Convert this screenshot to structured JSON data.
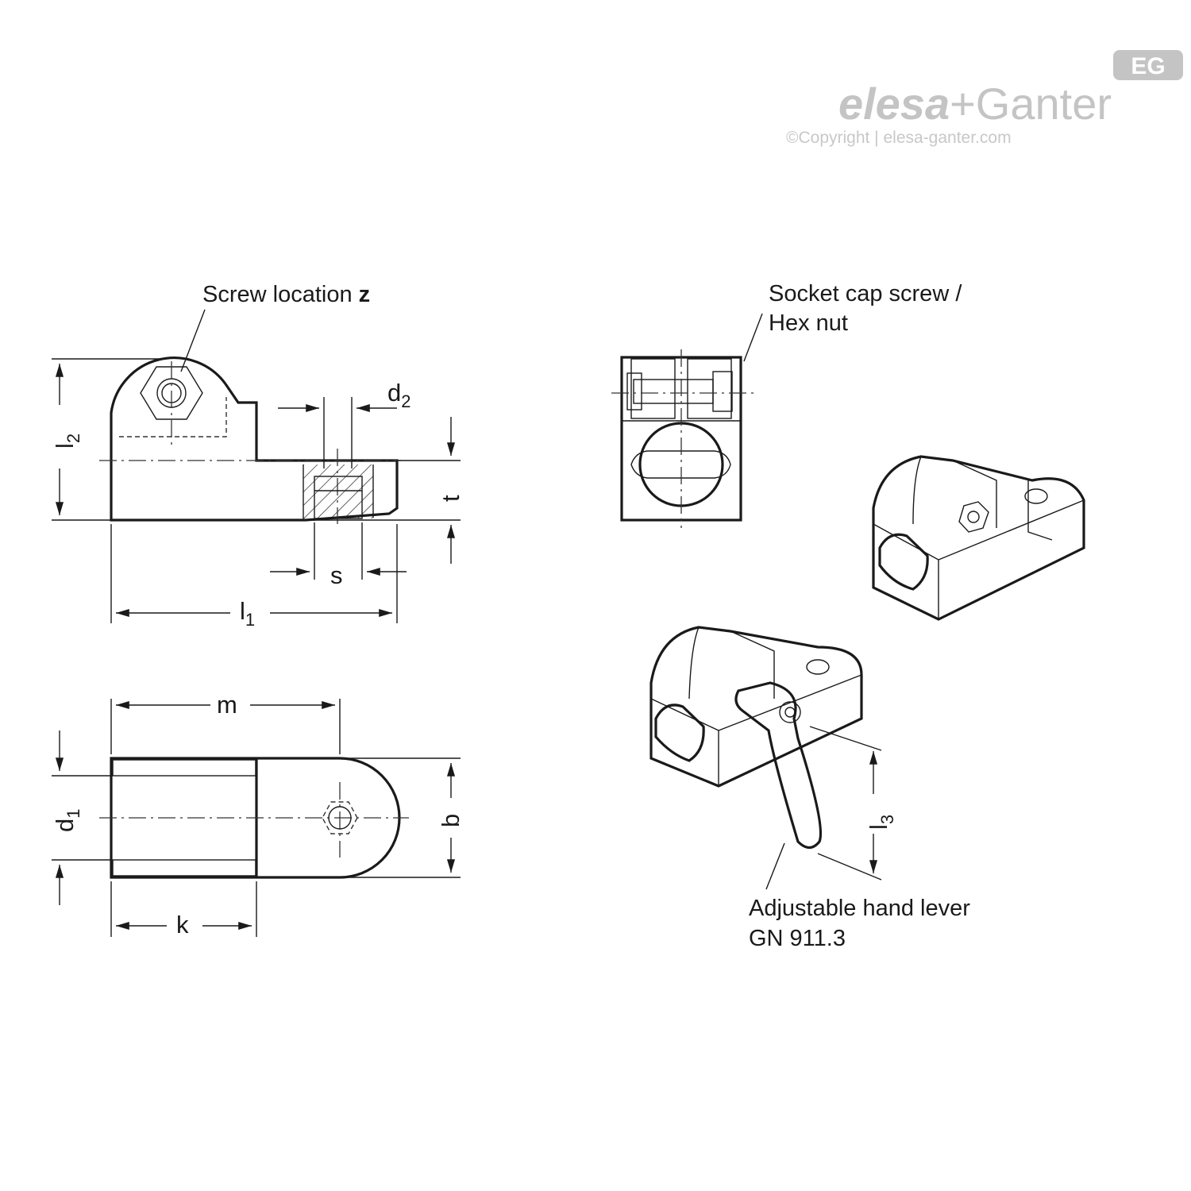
{
  "brand": {
    "badge": "EG",
    "name_part1": "elesa",
    "name_sep": "+",
    "name_part2": "Ganter",
    "copyright": "©Copyright | elesa-ganter.com",
    "logo_color": "#c4c4c4"
  },
  "callouts": {
    "screw_location": "Screw location",
    "screw_location_var": "z",
    "socket_screw_line1": "Socket cap screw /",
    "socket_screw_line2": "Hex nut",
    "hand_lever_line1": "Adjustable hand lever",
    "hand_lever_line2": "GN 911.3"
  },
  "dimensions": {
    "l1": {
      "base": "l",
      "sub": "1"
    },
    "l2": {
      "base": "l",
      "sub": "2"
    },
    "l3": {
      "base": "l",
      "sub": "3"
    },
    "d1": {
      "base": "d",
      "sub": "1"
    },
    "d2": {
      "base": "d",
      "sub": "2"
    },
    "s": "s",
    "t": "t",
    "m": "m",
    "k": "k",
    "b": "b"
  },
  "colors": {
    "line": "#1a1a1a",
    "background": "#ffffff"
  }
}
